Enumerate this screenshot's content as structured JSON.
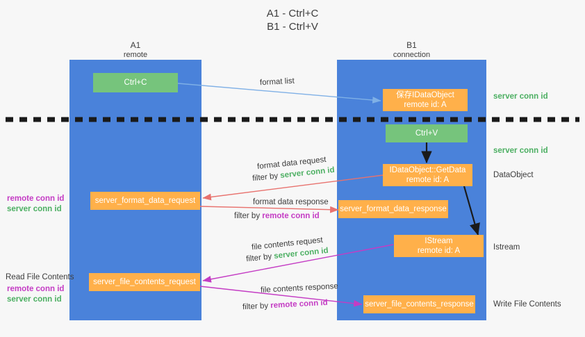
{
  "title": {
    "line1": "A1 - Ctrl+C",
    "line2": "B1 - Ctrl+V"
  },
  "columns": [
    {
      "name": "A1",
      "role": "remote"
    },
    {
      "name": "B1",
      "role": "connection"
    }
  ],
  "boxes": {
    "ctrl_c": {
      "line1": "Ctrl+C",
      "line2": ""
    },
    "ctrl_v": {
      "line1": "Ctrl+V",
      "line2": ""
    },
    "save_dataobject": {
      "line1": "保存IDataObject",
      "line2": "remote id: A"
    },
    "getdata": {
      "line1": "IDataObject::GetData",
      "line2": "remote id: A"
    },
    "istream": {
      "line1": "IStream",
      "line2": "remote id: A"
    },
    "format_data_request": {
      "line1": "server_format_data_request",
      "line2": ""
    },
    "format_data_response": {
      "line1": "server_format_data_response",
      "line2": ""
    },
    "file_contents_request": {
      "line1": "server_file_contents_request",
      "line2": ""
    },
    "file_contents_response": {
      "line1": "server_file_contents_response",
      "line2": ""
    }
  },
  "flow_labels": {
    "format_list": "format list",
    "format_data_request": "format data request",
    "format_data_request_filter_prefix": "filter by ",
    "format_data_request_filter_value": "server conn id",
    "format_data_response": "format data response",
    "format_data_response_filter_prefix": "filter by ",
    "format_data_response_filter_value": "remote conn id",
    "file_contents_request": "file contents request",
    "file_contents_request_filter_prefix": "filter by ",
    "file_contents_request_filter_value": "server conn id",
    "file_contents_response": "file contents response",
    "file_contents_response_filter_prefix": "filter by ",
    "file_contents_response_filter_value": "remote conn id"
  },
  "annotations": {
    "right_server_conn_id_top": "server conn id",
    "right_server_conn_id_mid": "server conn id",
    "right_dataobject": "DataObject",
    "right_istream": "Istream",
    "right_write_file_contents": "Write File Contents",
    "left_remote_conn_id_1": "remote conn id",
    "left_server_conn_id_1": "server conn id",
    "left_read_file_contents": "Read File Contents",
    "left_remote_conn_id_2": "remote conn id",
    "left_server_conn_id_2": "server conn id"
  },
  "colors": {
    "lane": "#4a82da",
    "box_orange": "#ffb04a",
    "box_green": "#76c47c",
    "arrow_blue": "#7fb0e6",
    "arrow_red": "#e8726e",
    "arrow_magenta": "#c43cc4",
    "arrow_black": "#1a1a1a",
    "text_green": "#4caf62",
    "text_pink": "#c43cc4",
    "background": "#f7f7f7",
    "divider": "#1a1a1a"
  }
}
